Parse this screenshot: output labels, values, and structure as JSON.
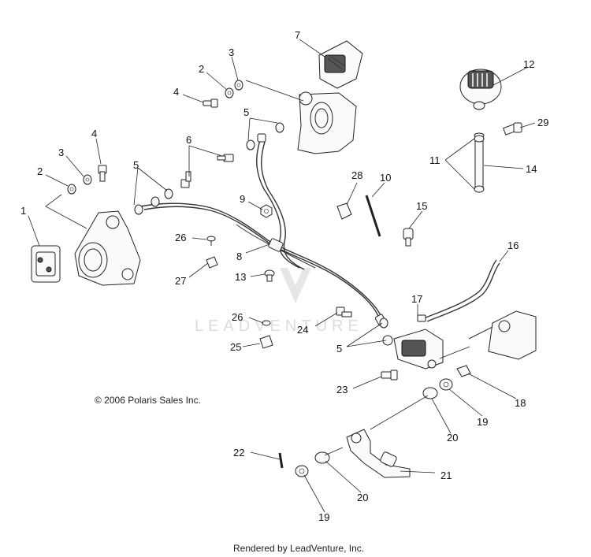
{
  "copyright": "© 2006 Polaris Sales Inc.",
  "footer": "Rendered by LeadVenture, Inc.",
  "watermark": "LEADVENTURE",
  "callouts": {
    "c1": "1",
    "c2a": "2",
    "c2b": "2",
    "c3a": "3",
    "c3b": "3",
    "c4a": "4",
    "c4b": "4",
    "c5a": "5",
    "c5b": "5",
    "c5c": "5",
    "c6": "6",
    "c7": "7",
    "c8": "8",
    "c9": "9",
    "c10": "10",
    "c11": "11",
    "c12": "12",
    "c13": "13",
    "c14": "14",
    "c15": "15",
    "c16": "16",
    "c17": "17",
    "c18": "18",
    "c19a": "19",
    "c19b": "19",
    "c20a": "20",
    "c20b": "20",
    "c21": "21",
    "c22": "22",
    "c23": "23",
    "c24": "24",
    "c25": "25",
    "c26a": "26",
    "c26b": "26",
    "c27": "27",
    "c28": "28",
    "c29": "29"
  }
}
